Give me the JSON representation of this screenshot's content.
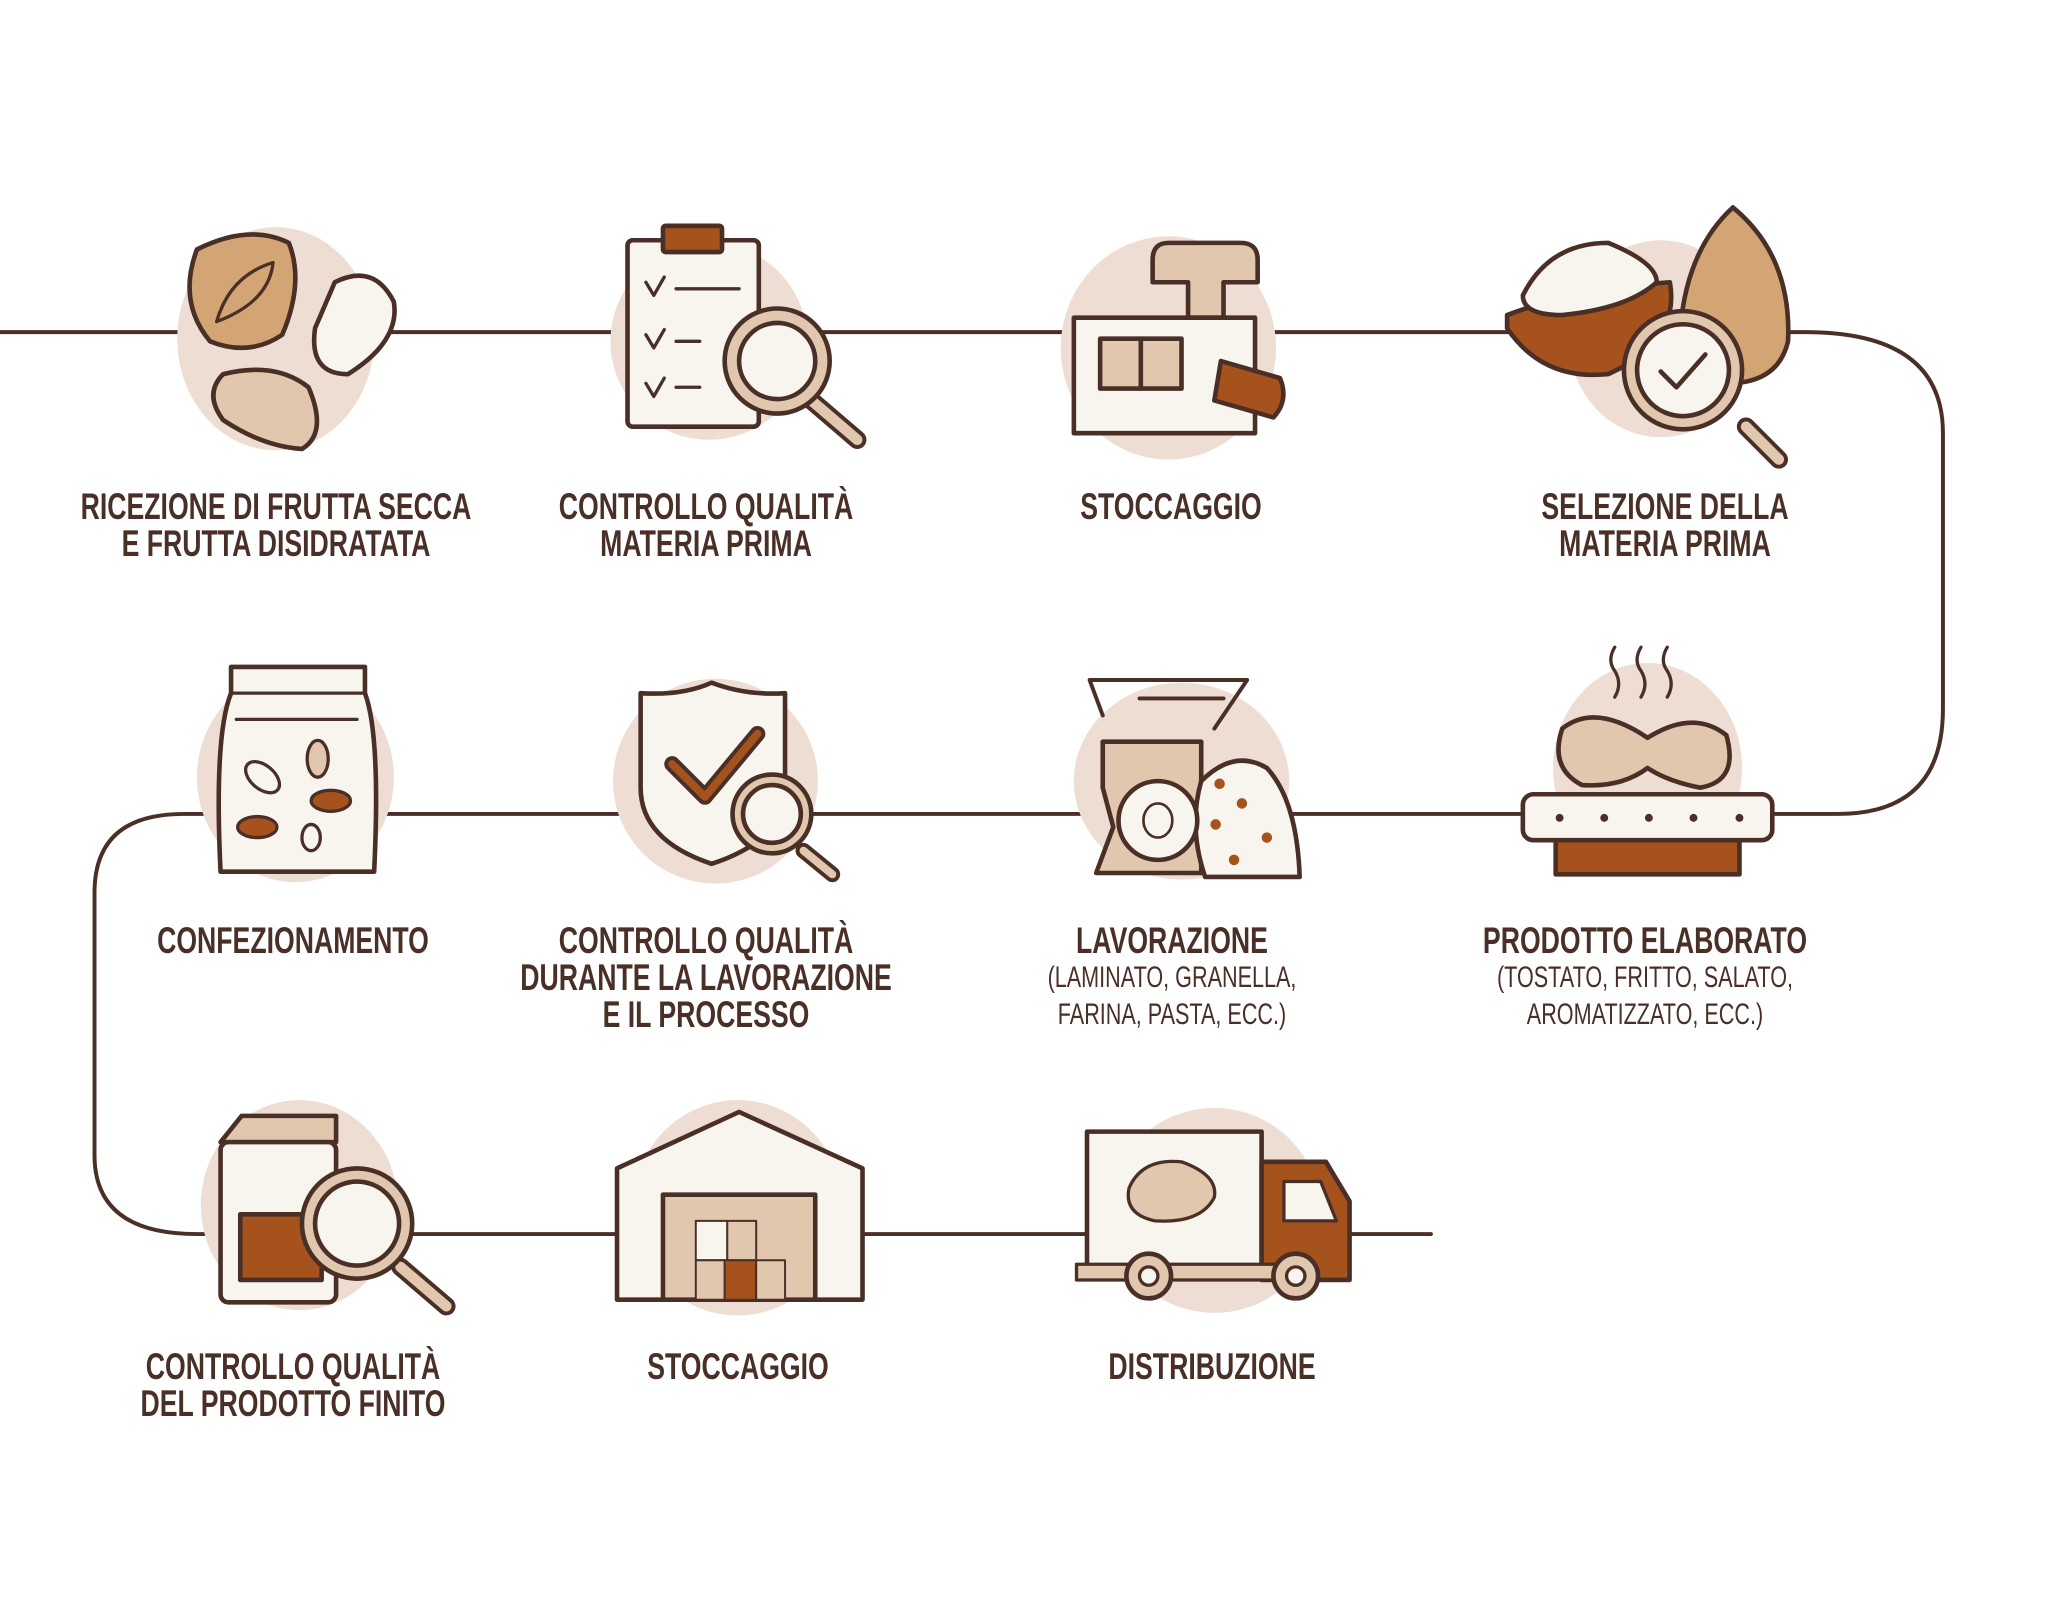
{
  "colors": {
    "ink": "#4a2f27",
    "blush": "#eeddd3",
    "tan": "#d4a574",
    "sand": "#e0c7ae",
    "cream": "#f8f5ef",
    "rust": "#a5521d"
  },
  "steps": [
    {
      "title": [
        "RICEZIONE DI FRUTTA SECCA",
        "E FRUTTA DISIDRATATA"
      ],
      "icon": "nuts-icon"
    },
    {
      "title": [
        "CONTROLLO QUALITÀ",
        "MATERIA PRIMA"
      ],
      "icon": "clipboard-magnifier-icon"
    },
    {
      "title": [
        "STOCCAGGIO"
      ],
      "icon": "silo-machine-icon"
    },
    {
      "title": [
        "SELEZIONE DELLA",
        "MATERIA PRIMA"
      ],
      "icon": "selection-check-icon"
    },
    {
      "title": [
        "PRODOTTO ELABORATO"
      ],
      "sub": [
        "(TOSTATO, FRITTO, SALATO,",
        "AROMATIZZATO, ECC.)"
      ],
      "icon": "roaster-icon"
    },
    {
      "title": [
        "LAVORAZIONE"
      ],
      "sub": [
        "(LAMINATO, GRANELLA,",
        "FARINA, PASTA, ECC.)"
      ],
      "icon": "grinder-icon"
    },
    {
      "title": [
        "CONTROLLO QUALITÀ",
        "DURANTE LA LAVORAZIONE",
        "E IL PROCESSO"
      ],
      "icon": "shield-check-icon"
    },
    {
      "title": [
        "CONFEZIONAMENTO"
      ],
      "icon": "package-bag-icon"
    },
    {
      "title": [
        "CONTROLLO QUALITÀ",
        "DEL PRODOTTO FINITO"
      ],
      "icon": "box-magnifier-icon"
    },
    {
      "title": [
        "STOCCAGGIO"
      ],
      "icon": "warehouse-icon"
    },
    {
      "title": [
        "DISTRIBUZIONE"
      ],
      "icon": "truck-icon"
    }
  ]
}
